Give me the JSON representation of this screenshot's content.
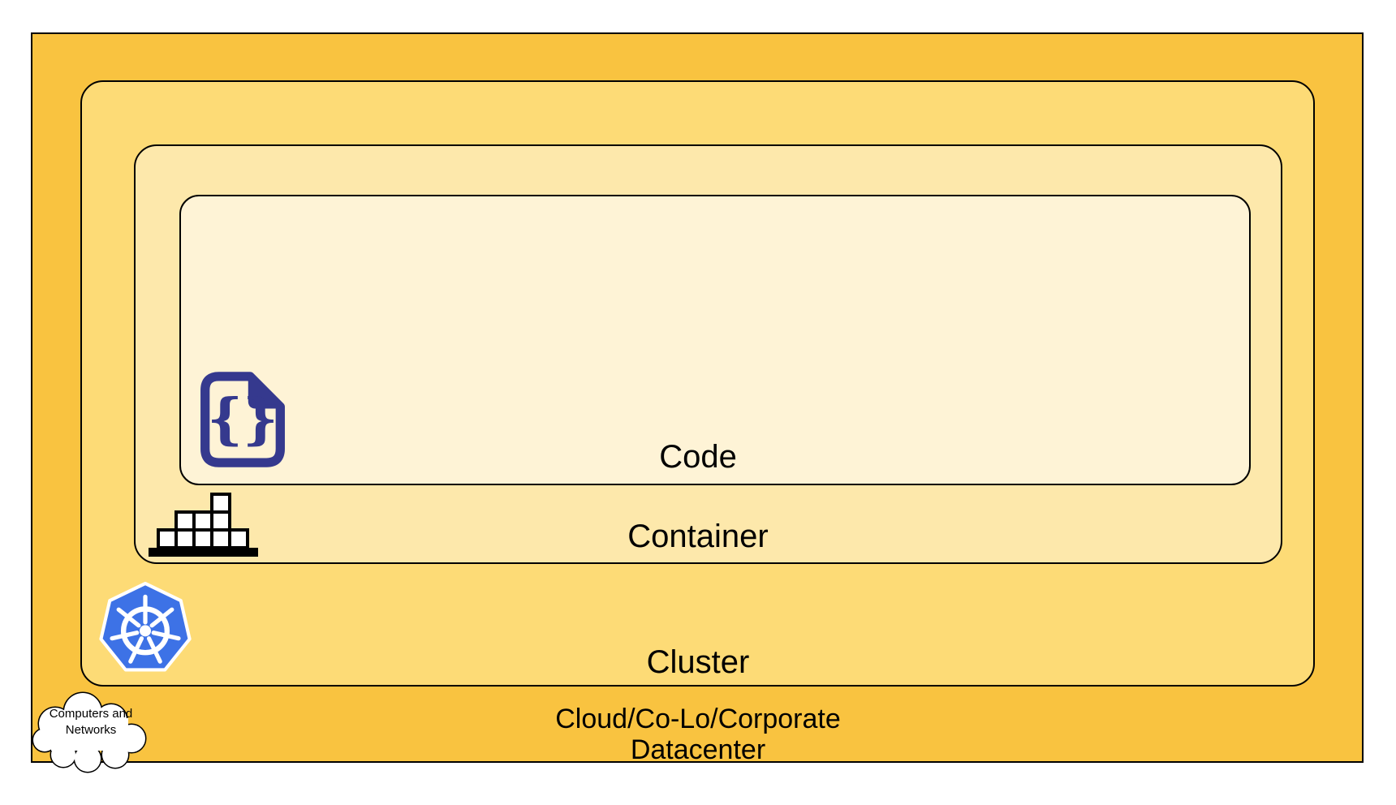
{
  "diagram_type": "nested-layers-security-model",
  "layers": {
    "code": {
      "label": "Code",
      "bg": "#FEF3D6"
    },
    "container": {
      "label": "Container",
      "bg": "#FDE8AB"
    },
    "cluster": {
      "label": "Cluster",
      "bg": "#FDDB76"
    },
    "datacenter": {
      "label_line1": "Cloud/Co-Lo/Corporate",
      "label_line2": "Datacenter",
      "bg": "#F9C340"
    }
  },
  "cloud_bubble": {
    "line1": "Computers and",
    "line2": "Networks"
  },
  "icons": {
    "code_file": {
      "glyph": "{}",
      "color": "#35398E"
    },
    "container_blocks": {
      "color": "#000000"
    },
    "kubernetes": {
      "color": "#3D72E6"
    }
  },
  "border_color": "#000000"
}
